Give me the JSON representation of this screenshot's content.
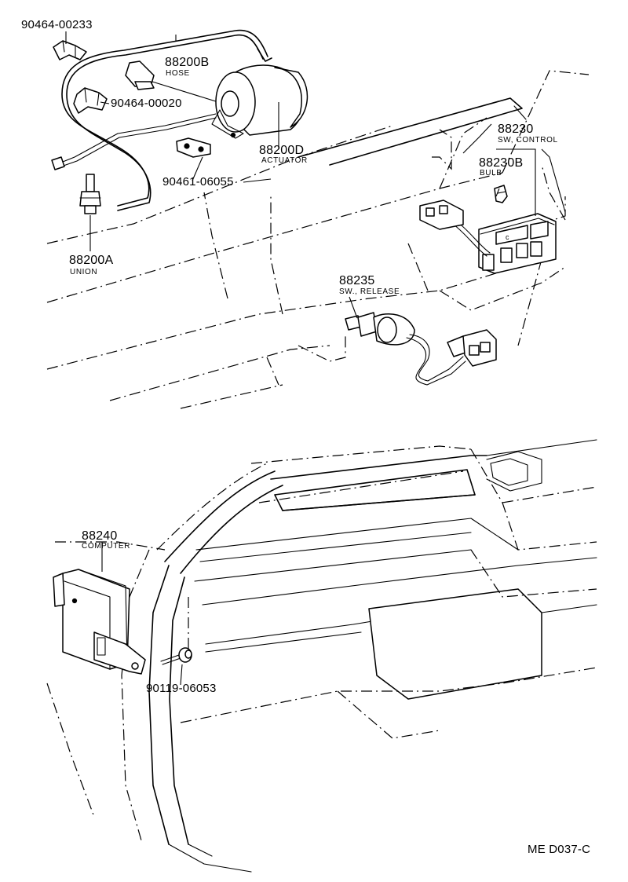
{
  "diagram": {
    "code": "ME D037-C",
    "parts": [
      {
        "number": "90464-00233",
        "description": ""
      },
      {
        "number": "88200B",
        "description": "HOSE"
      },
      {
        "number": "90464-00020",
        "description": ""
      },
      {
        "number": "88200D",
        "description": "ACTUATOR"
      },
      {
        "number": "90461-06055",
        "description": ""
      },
      {
        "number": "88200A",
        "description": "UNION"
      },
      {
        "number": "88230",
        "description": "SW, CONTROL"
      },
      {
        "number": "88230B",
        "description": "BULB"
      },
      {
        "number": "88235",
        "description": "SW., RELEASE"
      },
      {
        "number": "88240",
        "description": "COMPUTER"
      },
      {
        "number": "90119-06053",
        "description": ""
      }
    ]
  }
}
